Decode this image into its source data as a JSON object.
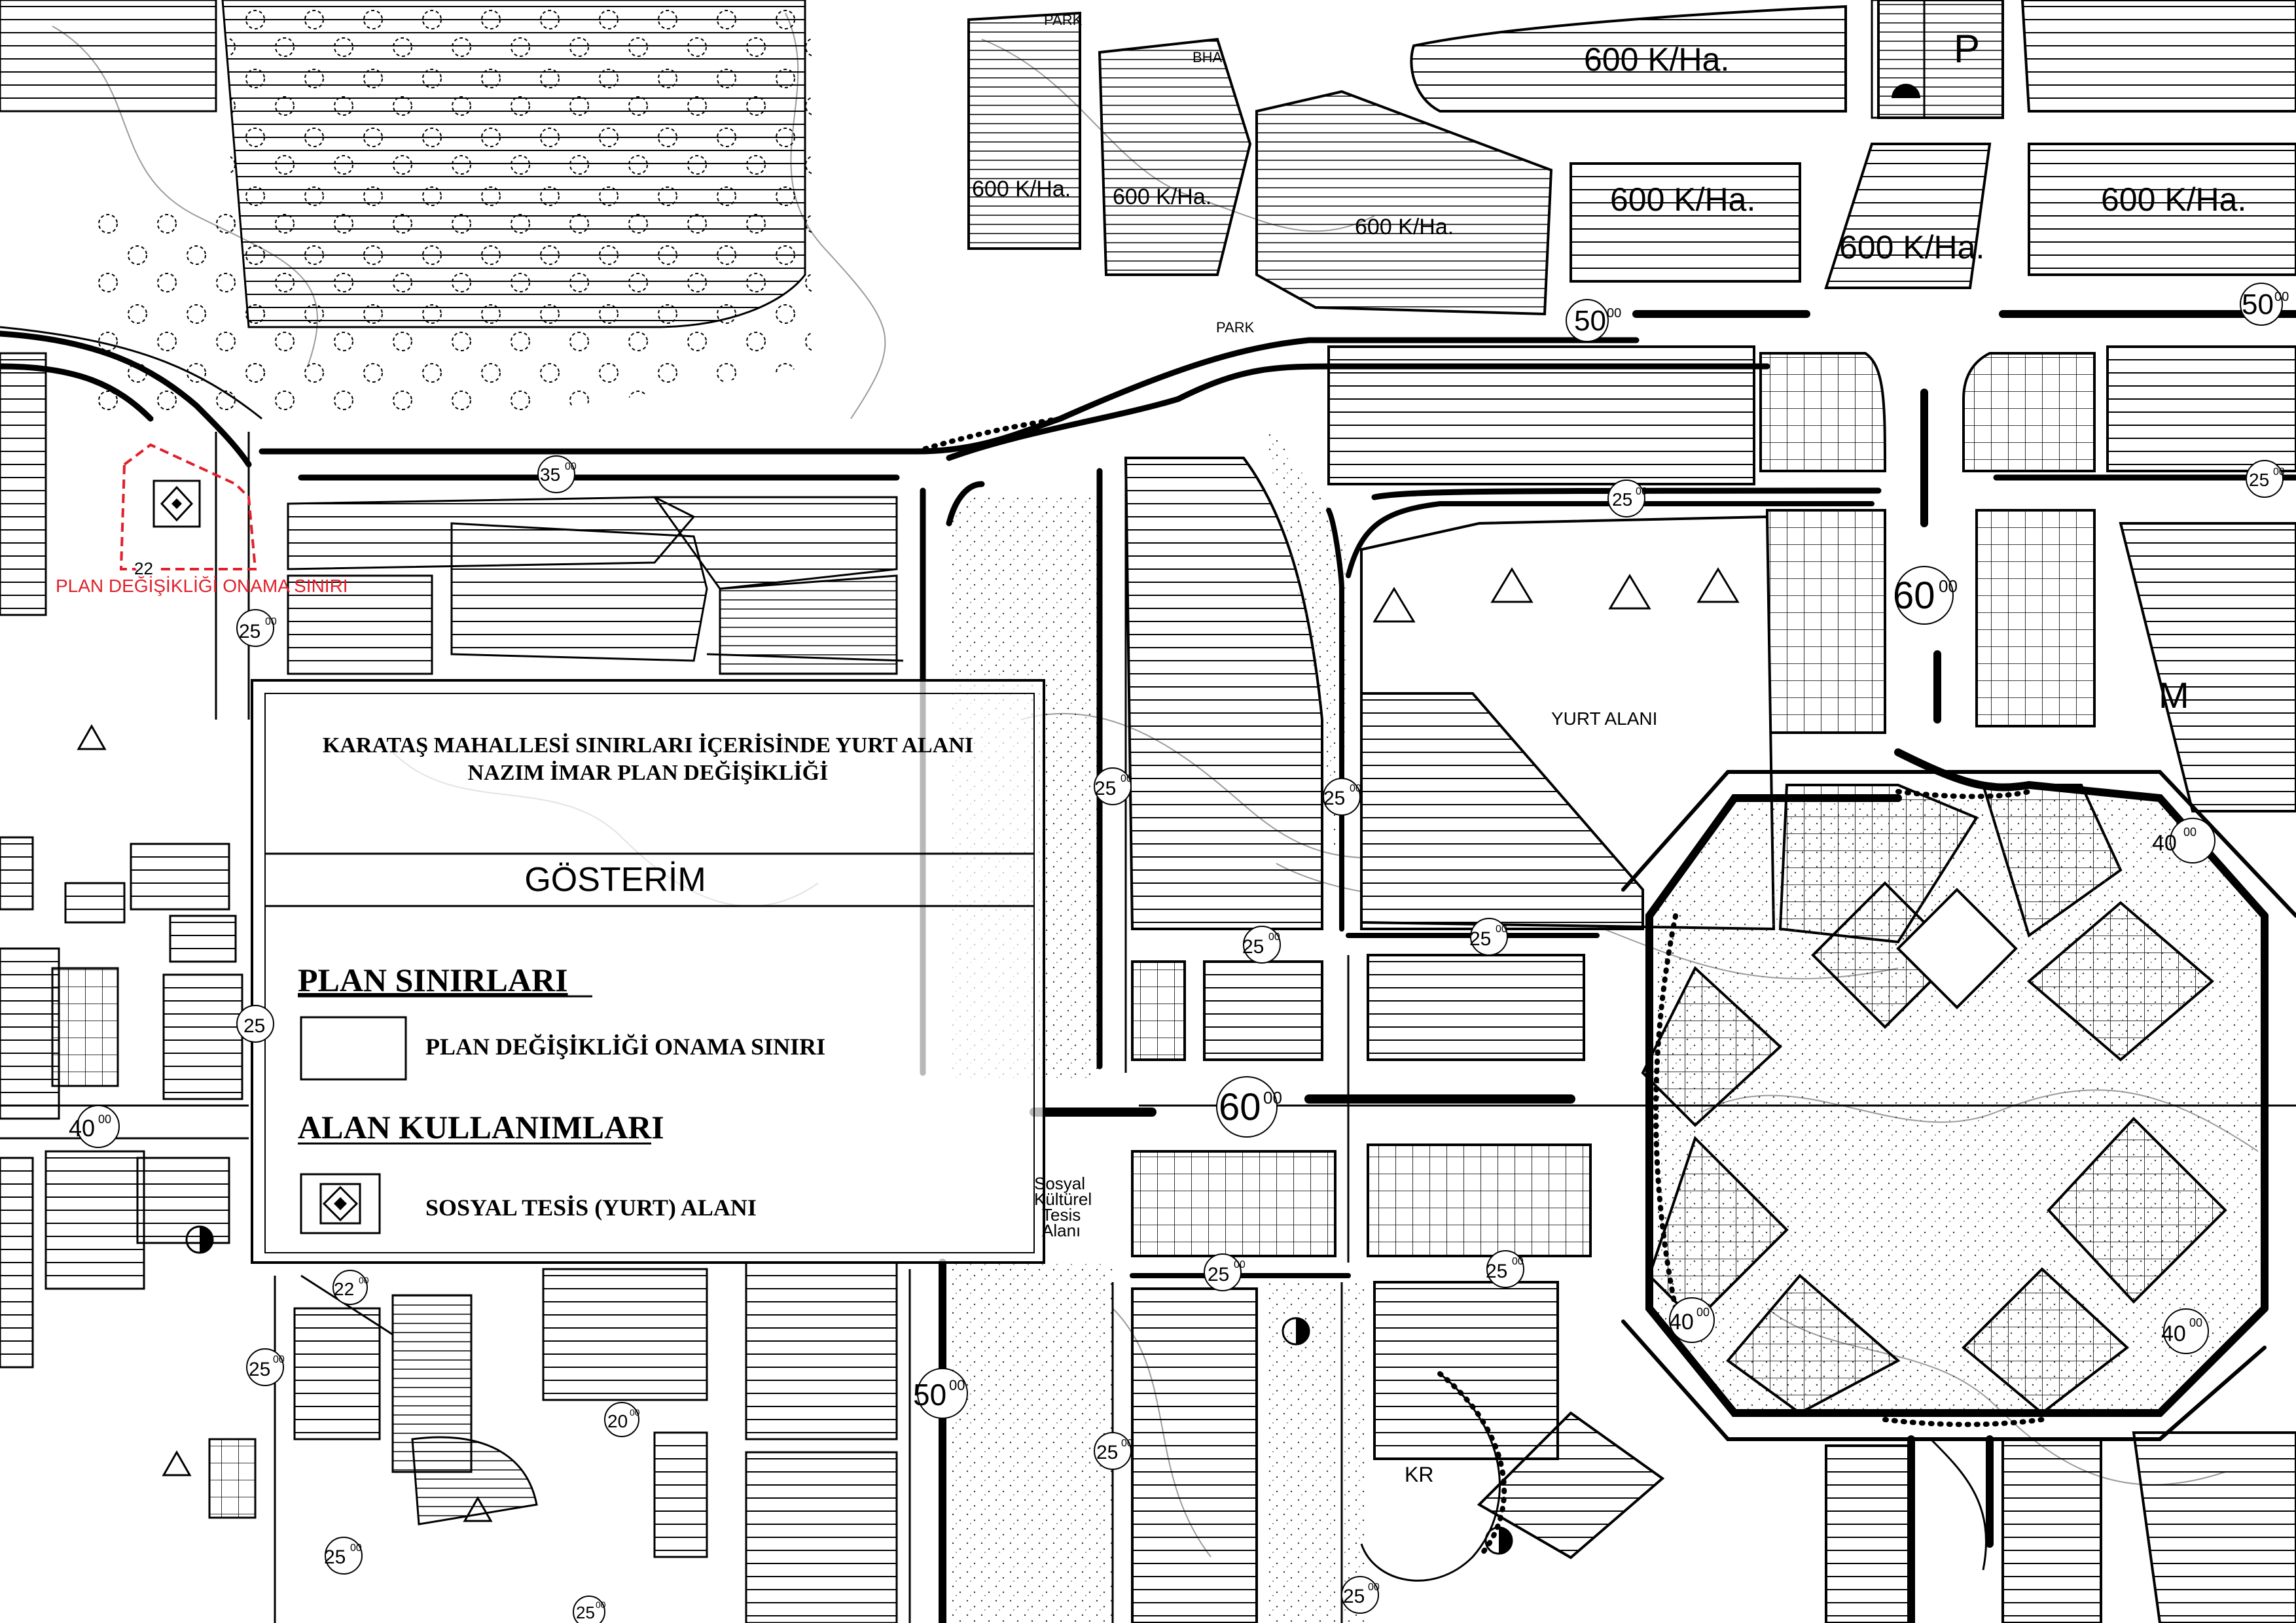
{
  "legend": {
    "title_line1": "KARATAŞ MAHALLESİ SINIRLARI İÇERİSİNDE YURT ALANI",
    "title_line2": "NAZIM İMAR PLAN DEĞİŞİKLİĞİ",
    "heading": "GÖSTERİM",
    "section_plan_limits": "PLAN SINIRLARI",
    "plan_change_boundary": "PLAN DEĞİŞİKLİĞİ ONAMA SINIRI",
    "section_land_use": "ALAN KULLANIMLARI",
    "social_facility": "SOSYAL TESİS (YURT) ALANI"
  },
  "map_labels": {
    "red_boundary": "PLAN DEĞİŞİKLİĞİ ONAMA SINIRI",
    "density_600": "600 K/Ha.",
    "park": "PARK",
    "bha": "BHA",
    "parking": "P",
    "market": "M",
    "yurt_alani": "YURT ALANI",
    "kr": "KR",
    "sosyal_kulturel_1": "Sosyal",
    "sosyal_kulturel_2": "Kültürel",
    "sosyal_kulturel_3": "Tesis",
    "sosyal_kulturel_4": "Alanı"
  },
  "road_widths": {
    "w60": "60",
    "w50": "50",
    "w40": "40",
    "w35": "35",
    "w25": "25",
    "w22": "22",
    "w20": "20",
    "sup": "00"
  },
  "colors": {
    "line": "#000000",
    "boundary_red": "#e0202a",
    "background": "#ffffff"
  }
}
